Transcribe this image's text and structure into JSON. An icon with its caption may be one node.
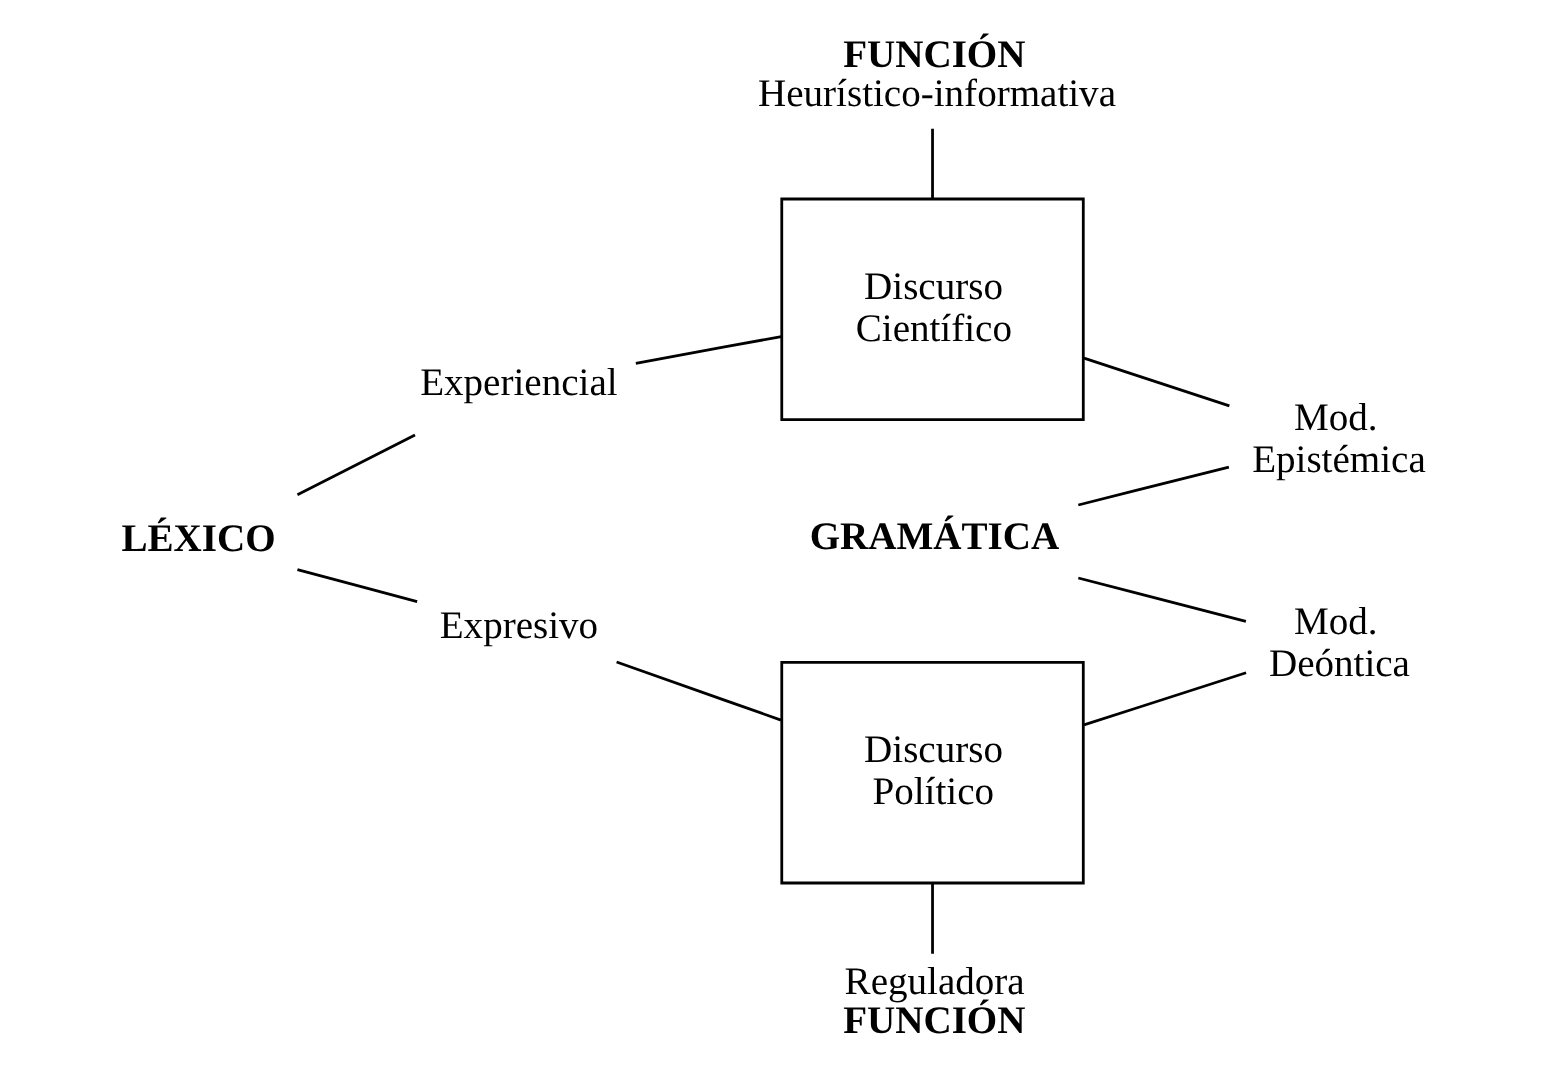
{
  "diagram": {
    "nodes": [
      {
        "text": [
          "Discurso Científico"
        ]
      },
      {
        "text": [
          "Discurso Político"
        ]
      },
      {
        "text": [
          "FUNCIÓN",
          "Heurístico-informativa"
        ]
      },
      {
        "text": [
          "Experiencial"
        ]
      },
      {
        "text": [
          "Mod. Epistémica"
        ]
      },
      {
        "text": [
          "LÉXICO"
        ]
      },
      {
        "text": [
          "GRAMÁTICA"
        ]
      },
      {
        "text": [
          "Expresivo"
        ]
      },
      {
        "text": [
          "Mod. Deóntica"
        ]
      },
      {
        "text": [
          "Reguladora",
          "FUNCIÓN"
        ]
      }
    ],
    "edges": [
      {
        "from": 2,
        "to": 0,
        "arrow": "none"
      },
      {
        "from": 3,
        "to": 0,
        "arrow": "none"
      },
      {
        "from": 0,
        "to": 4,
        "arrow": "none"
      },
      {
        "from": 5,
        "to": 3,
        "arrow": "none"
      },
      {
        "from": 5,
        "to": 7,
        "arrow": "none"
      },
      {
        "from": 6,
        "to": 4,
        "arrow": "none"
      },
      {
        "from": 6,
        "to": 8,
        "arrow": "none"
      },
      {
        "from": 7,
        "to": 1,
        "arrow": "none"
      },
      {
        "from": 1,
        "to": 8,
        "arrow": "none"
      },
      {
        "from": 1,
        "to": 9,
        "arrow": "none"
      }
    ]
  }
}
